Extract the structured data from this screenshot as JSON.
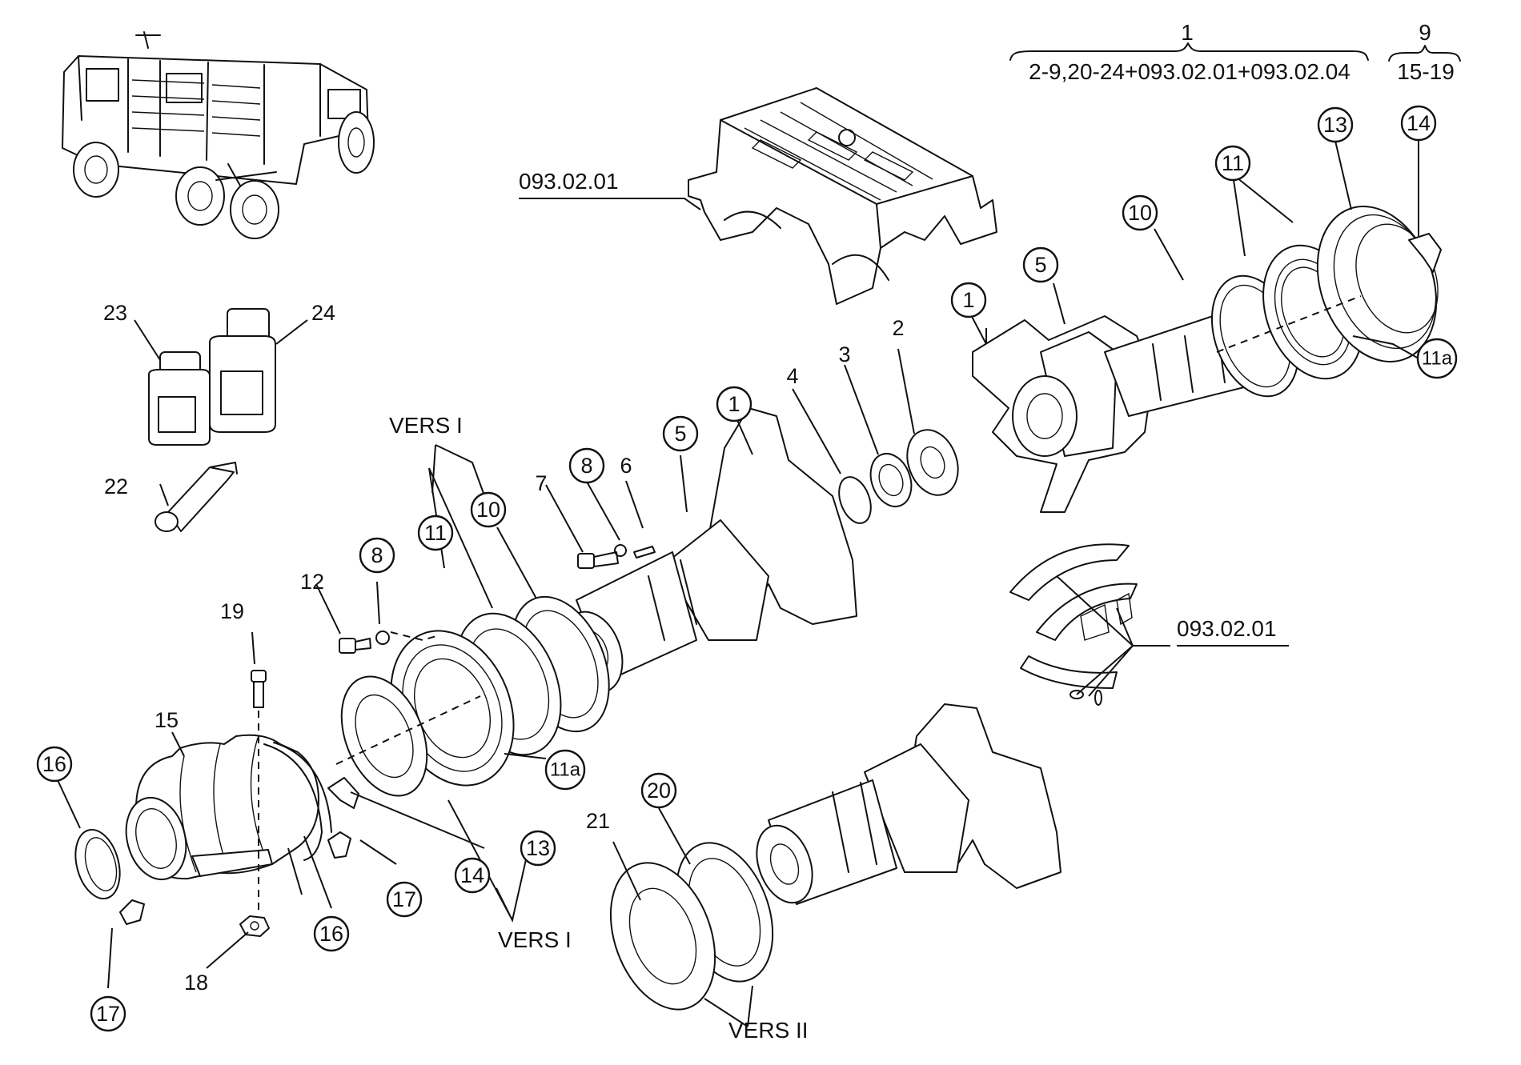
{
  "header": {
    "assembly_number": "1",
    "assembly_range": "2-9,20-24+093.02.01+093.02.04",
    "subassembly_number": "9",
    "subassembly_range": "15-19"
  },
  "labels": {
    "ref_housing": "093.02.01",
    "ref_shells": "093.02.01",
    "vers1_top": "VERS I",
    "vers1_bottom": "VERS I",
    "vers2": "VERS II"
  },
  "callouts_circled": {
    "c1_upper": "1",
    "c1_lower": "1",
    "c5_upper": "5",
    "c5_lower": "5",
    "c8_a": "8",
    "c8_b": "8",
    "c10_upper": "10",
    "c10_lower": "10",
    "c11_upper": "11",
    "c11_lower": "11",
    "c11a_upper": "11a",
    "c11a_lower": "11a",
    "c13_upper": "13",
    "c13_lower": "13",
    "c14_upper": "14",
    "c14_lower": "14",
    "c16_a": "16",
    "c16_b": "16",
    "c17_a": "17",
    "c17_b": "17",
    "c20": "20"
  },
  "callouts_plain": {
    "p2": "2",
    "p3": "3",
    "p4": "4",
    "p6": "6",
    "p7": "7",
    "p12": "12",
    "p15": "15",
    "p18": "18",
    "p19": "19",
    "p21": "21",
    "p22": "22",
    "p23": "23",
    "p24": "24"
  },
  "icons": [
    "truck-illustration",
    "oil-bottle-small",
    "oil-bottle-large",
    "grease-tube",
    "differential-housing",
    "axle-shaft",
    "bearing-shells",
    "rubber-boot"
  ]
}
